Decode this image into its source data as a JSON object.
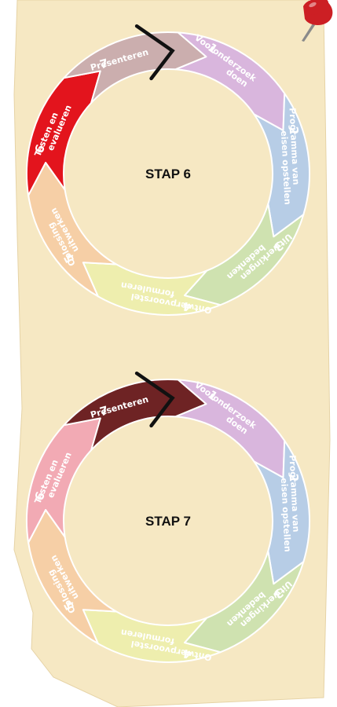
{
  "colors": {
    "paper": "#f6e8c3",
    "paper_edge": "#e6d3a6",
    "arrow_stroke": "#ffffff",
    "marker": "#111111",
    "pin_head": "#cc1f24",
    "pin_needle": "#8a8a8a"
  },
  "icons": {
    "pin": "pushpin-icon",
    "marker": "current-step-marker"
  },
  "diagrams": [
    {
      "title": "STAP 6",
      "steps": [
        {
          "num": "1",
          "lines": [
            "Vooronderzoek",
            "doen"
          ],
          "color": "#d9b6dd"
        },
        {
          "num": "2",
          "lines": [
            "Programma van",
            "eisen opstellen"
          ],
          "color": "#b7cde6"
        },
        {
          "num": "3",
          "lines": [
            "Uitwerkingen",
            "bedenken"
          ],
          "color": "#cfe2b0"
        },
        {
          "num": "4",
          "lines": [
            "Ontwerpvoorstel",
            "formuleren"
          ],
          "color": "#eeeeae"
        },
        {
          "num": "5",
          "lines": [
            "Oplossing",
            "uitwerken"
          ],
          "color": "#f6cfa6"
        },
        {
          "num": "6",
          "lines": [
            "Testen en",
            "evalueren"
          ],
          "color": "#e3141d"
        },
        {
          "num": "7",
          "lines": [
            "Presenteren"
          ],
          "color": "#cbaeae"
        }
      ]
    },
    {
      "title": "STAP 7",
      "steps": [
        {
          "num": "1",
          "lines": [
            "Vooronderzoek",
            "doen"
          ],
          "color": "#d9b6dd"
        },
        {
          "num": "2",
          "lines": [
            "Programma van",
            "eisen opstellen"
          ],
          "color": "#b7cde6"
        },
        {
          "num": "3",
          "lines": [
            "Uitwerkingen",
            "bedenken"
          ],
          "color": "#cfe2b0"
        },
        {
          "num": "4",
          "lines": [
            "Ontwerpvoorstel",
            "formuleren"
          ],
          "color": "#eeeeae"
        },
        {
          "num": "5",
          "lines": [
            "Oplossing",
            "uitwerken"
          ],
          "color": "#f6cfa6"
        },
        {
          "num": "6",
          "lines": [
            "Testen en",
            "evalueren"
          ],
          "color": "#f2aab4"
        },
        {
          "num": "7",
          "lines": [
            "Presenteren"
          ],
          "color": "#6e2324"
        }
      ]
    }
  ]
}
